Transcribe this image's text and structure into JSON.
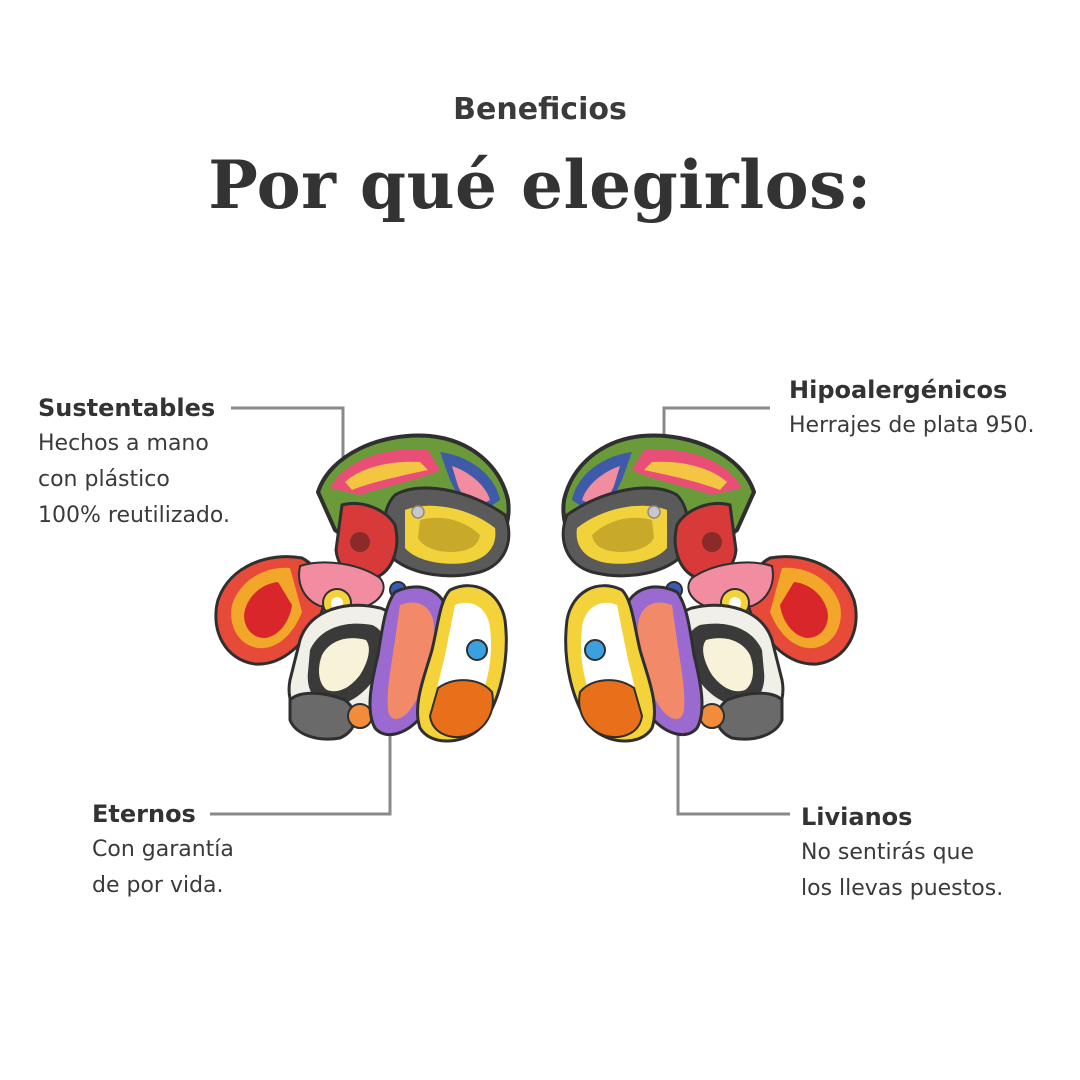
{
  "header": {
    "eyebrow": "Beneficios",
    "title": "Por qué elegirlos:"
  },
  "benefits": [
    {
      "title": "Sustentables",
      "lines": [
        "Hechos a mano",
        "con plástico",
        "100% reutilizado."
      ]
    },
    {
      "title": "Hipoalergénicos",
      "lines": [
        "Herrajes de plata 950."
      ]
    },
    {
      "title": "Eternos",
      "lines": [
        "Con garantía",
        "de por vida."
      ]
    },
    {
      "title": "Livianos",
      "lines": [
        "No sentirás que",
        "los llevas puestos."
      ]
    }
  ],
  "colors": {
    "text": "#3a3a3a",
    "connector": "#8a8a8a"
  }
}
